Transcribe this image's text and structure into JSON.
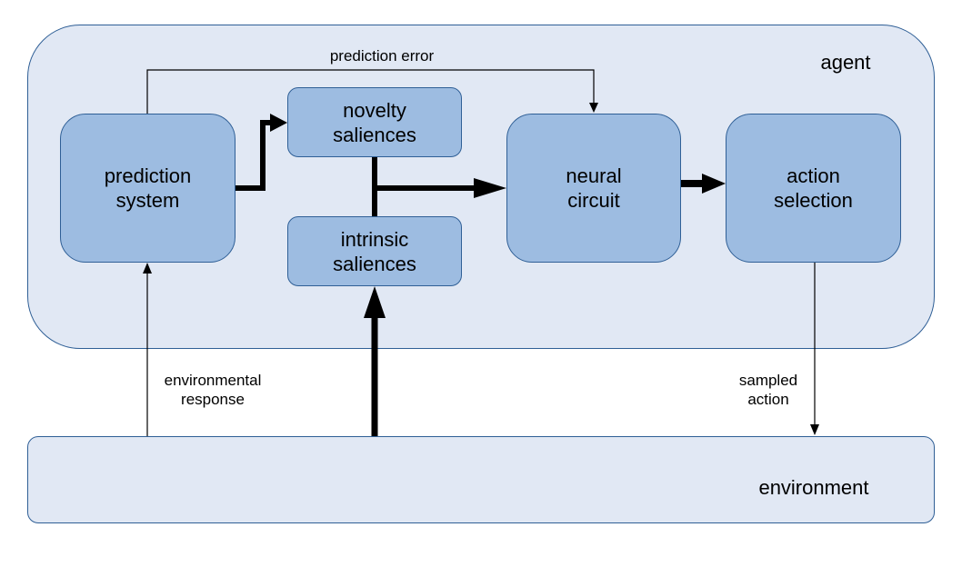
{
  "regions": {
    "agent": "agent",
    "environment": "environment"
  },
  "nodes": {
    "prediction_system": "prediction\nsystem",
    "novelty_saliences": "novelty\nsaliences",
    "intrinsic_saliences": "intrinsic\nsaliences",
    "neural_circuit": "neural\ncircuit",
    "action_selection": "action\nselection"
  },
  "edge_labels": {
    "prediction_error": "prediction error",
    "environmental_response": "environmental\nresponse",
    "sampled_action": "sampled\naction"
  },
  "colors": {
    "region_fill": "#e1e8f4",
    "node_fill": "#9dbce1",
    "border": "#2f5f96",
    "arrow": "#000000"
  }
}
